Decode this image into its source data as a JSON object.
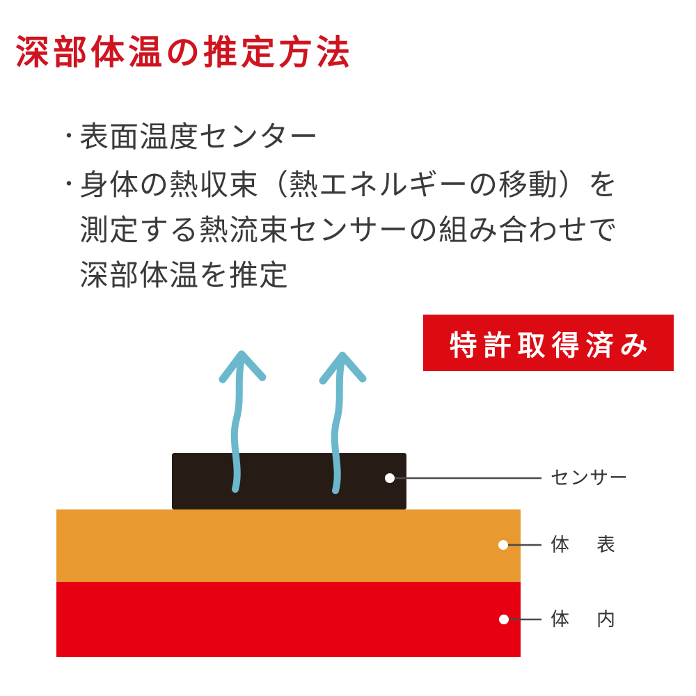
{
  "title": {
    "text": "深部体温の推定方法",
    "color": "#cf1420"
  },
  "bullets": {
    "marker": "・",
    "text_color": "#3a3a3a",
    "items": [
      {
        "lines": [
          "表面温度センター"
        ]
      },
      {
        "lines": [
          "身体の熱収束（熱エネルギーの移動）を",
          "測定する熱流束センサーの組み合わせで",
          "深部体温を推定"
        ]
      }
    ]
  },
  "badge": {
    "label": "特許取得済み",
    "bg": "#dc0a12",
    "text_color": "#ffffff"
  },
  "diagram": {
    "sensor_label": "センサー",
    "surface_label": "体　表",
    "inside_label": "体　内",
    "colors": {
      "sensor_block": "#261c15",
      "surface_layer": "#e8992f",
      "inside_layer": "#e60012",
      "heat_arrow": "#6bb8cd",
      "leader_line": "#4a4a4a",
      "label_text": "#333333",
      "dot": "#ffffff"
    }
  }
}
